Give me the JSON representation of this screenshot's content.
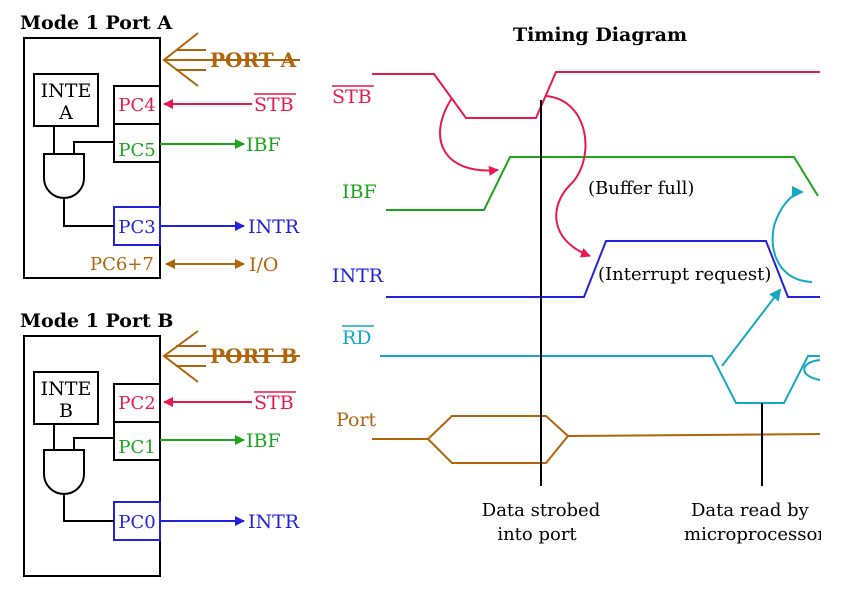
{
  "port_a": {
    "title": "Mode 1 Port A",
    "inte_line1": "INTE",
    "inte_line2": "A",
    "port_label": "PORT A",
    "pins": {
      "pc4": "PC4",
      "pc5": "PC5",
      "pc3": "PC3",
      "pc67": "PC6+7"
    },
    "signals": {
      "stb": "STB",
      "ibf": "IBF",
      "intr": "INTR",
      "io": "I/O"
    }
  },
  "port_b": {
    "title": "Mode 1 Port B",
    "inte_line1": "INTE",
    "inte_line2": "B",
    "port_label": "PORT B",
    "pins": {
      "pc2": "PC2",
      "pc1": "PC1",
      "pc0": "PC0"
    },
    "signals": {
      "stb": "STB",
      "ibf": "IBF",
      "intr": "INTR"
    }
  },
  "timing": {
    "title": "Timing Diagram",
    "signals": {
      "stb": "STB",
      "ibf": "IBF",
      "intr": "INTR",
      "rd": "RD",
      "port": "Port"
    },
    "annotations": {
      "buffer_full": "(Buffer full)",
      "interrupt_request": "(Interrupt request)",
      "strobed_line1": "Data strobed",
      "strobed_line2": "into port",
      "read_line1": "Data read by",
      "read_line2": "microprocessor"
    }
  },
  "colors": {
    "stb": "#e8194f",
    "ibf": "#1aa51a",
    "intr": "#2222dd",
    "rd": "#14a8c4",
    "port": "#b0650a",
    "black": "#000000"
  }
}
